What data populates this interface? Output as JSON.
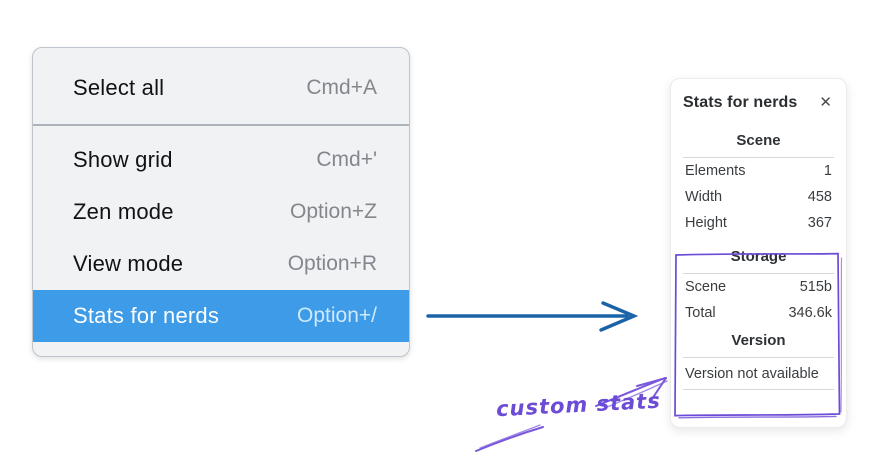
{
  "colors": {
    "menu-bg": "#f1f2f4",
    "menu-border": "#bfc5cc",
    "menu-divider": "#aeb4bc",
    "menu-text": "#121212",
    "menu-shortcut": "#83878d",
    "highlight-bg": "#3d9be8",
    "highlight-text": "#ffffff",
    "highlight-shortcut": "#cfe8fb",
    "panel-text": "#3a3d40",
    "panel-separator": "#d8d8d8",
    "flow-arrow": "#1b63a8",
    "annotation": "#6c4bd6"
  },
  "context_menu": {
    "items": [
      {
        "label": "Select all",
        "shortcut": "Cmd+A",
        "highlighted": false
      },
      {
        "label": "Show grid",
        "shortcut": "Cmd+'",
        "highlighted": false
      },
      {
        "label": "Zen mode",
        "shortcut": "Option+Z",
        "highlighted": false
      },
      {
        "label": "View mode",
        "shortcut": "Option+R",
        "highlighted": false
      },
      {
        "label": "Stats for nerds",
        "shortcut": "Option+/",
        "highlighted": true
      }
    ]
  },
  "stats_panel": {
    "title": "Stats for nerds",
    "close_icon": "✕",
    "sections": [
      {
        "heading": "Scene",
        "rows": [
          {
            "label": "Elements",
            "value": "1"
          },
          {
            "label": "Width",
            "value": "458"
          },
          {
            "label": "Height",
            "value": "367"
          }
        ]
      },
      {
        "heading": "Storage",
        "rows": [
          {
            "label": "Scene",
            "value": "515b"
          },
          {
            "label": "Total",
            "value": "346.6k"
          }
        ]
      },
      {
        "heading": "Version",
        "rows": [],
        "note": "Version not available"
      }
    ]
  },
  "annotation": {
    "label": "custom stats"
  }
}
